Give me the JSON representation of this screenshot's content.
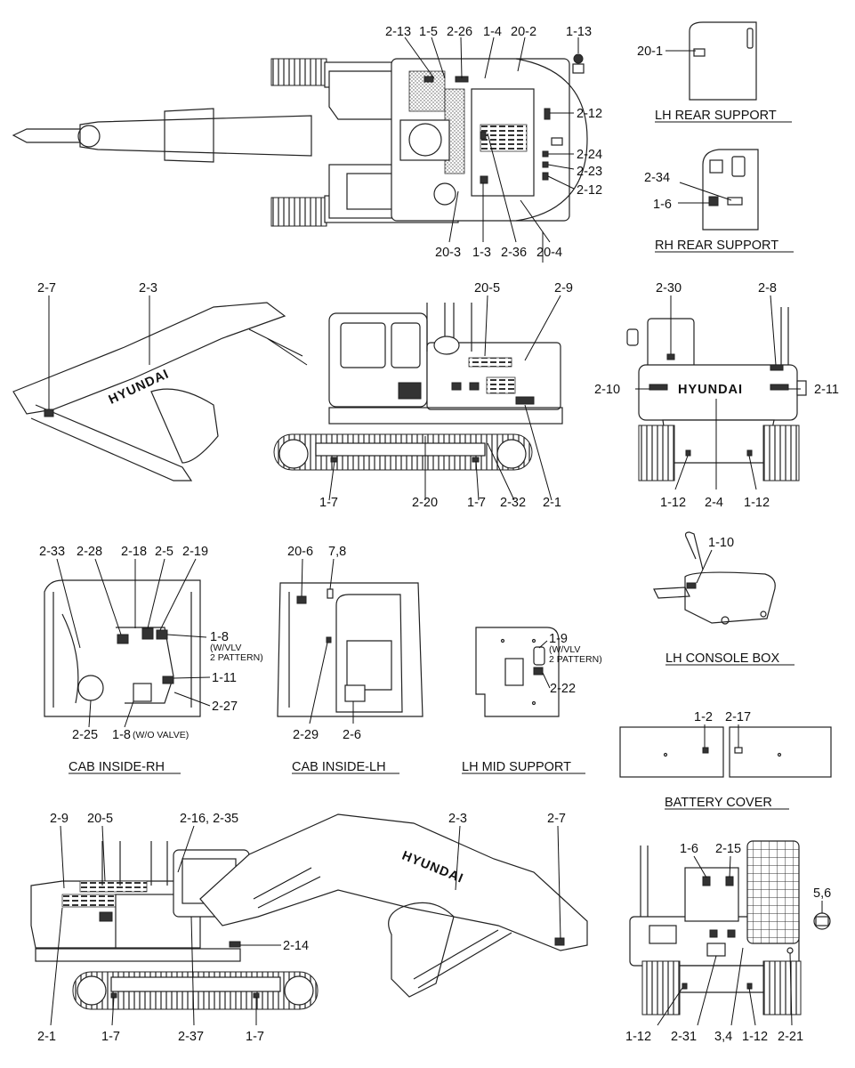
{
  "sections": {
    "lh_rear_support": "LH REAR SUPPORT",
    "rh_rear_support": "RH REAR SUPPORT",
    "lh_console_box": "LH CONSOLE BOX",
    "cab_inside_rh": "CAB INSIDE-RH",
    "cab_inside_lh": "CAB INSIDE-LH",
    "lh_mid_support": "LH MID SUPPORT",
    "battery_cover": "BATTERY COVER"
  },
  "brand": "HYUNDAI",
  "notes": {
    "wvlv_a": "(W/VLV",
    "pattern_a": "2 PATTERN)",
    "wvlv_b": "(W/VLV",
    "pattern_b": "2 PATTERN)",
    "wo_valve": "(W/O VALVE)"
  },
  "callouts": {
    "top_2_13": "2-13",
    "top_1_5": "1-5",
    "top_2_26": "2-26",
    "top_1_4": "1-4",
    "top_20_2": "20-2",
    "top_1_13": "1-13",
    "top_2_12a": "2-12",
    "top_2_24": "2-24",
    "top_2_23": "2-23",
    "top_2_12b": "2-12",
    "top_20_3": "20-3",
    "top_1_3": "1-3",
    "top_2_36": "2-36",
    "top_20_4": "20-4",
    "lhrs_20_1": "20-1",
    "rhrs_2_34": "2-34",
    "rhrs_1_6": "1-6",
    "side_2_7": "2-7",
    "side_2_3": "2-3",
    "side_20_5": "20-5",
    "side_2_9": "2-9",
    "side_1_7a": "1-7",
    "side_2_20": "2-20",
    "side_1_7b": "1-7",
    "side_2_32": "2-32",
    "side_2_1": "2-1",
    "rear_2_30": "2-30",
    "rear_2_8": "2-8",
    "rear_2_10": "2-10",
    "rear_2_11": "2-11",
    "rear_1_12a": "1-12",
    "rear_2_4": "2-4",
    "rear_1_12b": "1-12",
    "cab_2_33": "2-33",
    "cab_2_28": "2-28",
    "cab_2_18": "2-18",
    "cab_2_5": "2-5",
    "cab_2_19": "2-19",
    "cab_1_8a": "1-8",
    "cab_1_11": "1-11",
    "cab_2_27": "2-27",
    "cab_2_25": "2-25",
    "cab_1_8b": "1-8",
    "cablh_20_6": "20-6",
    "cablh_7_8": "7,8",
    "cablh_2_29": "2-29",
    "cablh_2_6": "2-6",
    "mid_1_9": "1-9",
    "mid_2_22": "2-22",
    "console_1_10": "1-10",
    "bat_1_2": "1-2",
    "bat_2_17": "2-17",
    "bot_2_9": "2-9",
    "bot_20_5": "20-5",
    "bot_2_16": "2-16, 2-35",
    "bot_2_3": "2-3",
    "bot_2_7": "2-7",
    "bot_2_14": "2-14",
    "bot_2_1": "2-1",
    "bot_1_7a": "1-7",
    "bot_2_37": "2-37",
    "bot_1_7b": "1-7",
    "br_1_6": "1-6",
    "br_2_15": "2-15",
    "br_5_6": "5,6",
    "br_1_12a": "1-12",
    "br_2_31": "2-31",
    "br_3_4": "3,4",
    "br_1_12b": "1-12",
    "br_2_21": "2-21"
  }
}
